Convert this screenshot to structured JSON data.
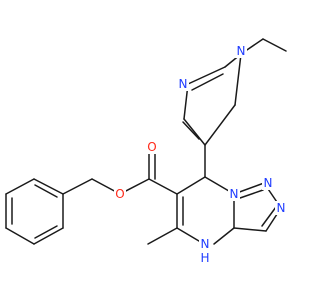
{
  "diagram": {
    "colors": {
      "carbon_bond": "#1a1a1a",
      "nitrogen": "#1f3cff",
      "oxygen": "#ff2a1a"
    },
    "atom_labels": {
      "n_pyrazole_methyl": "N",
      "n_pyrazole_ring": "N",
      "o_carbonyl": "O",
      "o_ester": "O",
      "n_triazole_top": "N",
      "n_triazole_bridge": "N",
      "n_triazole_right": "N",
      "nh": "N",
      "nh_h": "H"
    }
  }
}
